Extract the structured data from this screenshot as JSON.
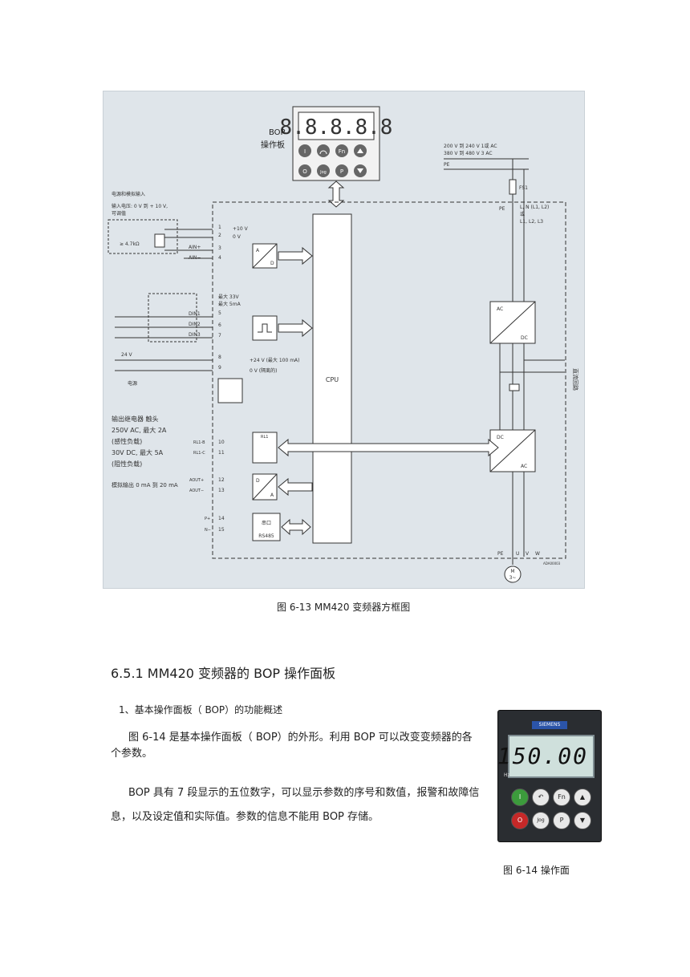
{
  "diagram": {
    "bop_label_1": "BOP",
    "bop_label_2": "操作板",
    "display": "8.8.8.8.8",
    "bop_keys": [
      "I",
      "Fn",
      "O",
      "Jog",
      "P"
    ],
    "supply_1": "200 V 到 240 V 1或 AC",
    "supply_2": "380 V 到 480 V 3 AC",
    "pe": "PE",
    "fs1": "FS1",
    "mains": "L, N (L1, L2)",
    "mains_or": "或",
    "mains_3": "L1, L2, L3",
    "analog_title": "电源和模拟输入",
    "analog_range_1": "输入电压: 0 V 到 + 10 V,",
    "analog_range_2": "可调值",
    "pot": "≥ 4.7kΩ",
    "ain_plus": "AIN+",
    "ain_minus": "AIN−",
    "plus10v": "+10 V",
    "zerov": "0 V",
    "adc_a": "A",
    "adc_d": "D",
    "terminals": [
      "1",
      "2",
      "3",
      "4",
      "5",
      "6",
      "7",
      "8",
      "9",
      "10",
      "11",
      "12",
      "13",
      "14",
      "15"
    ],
    "din_max_1": "最大 33V",
    "din_max_2": "最大 5mA",
    "din1": "DIN1",
    "din2": "DIN2",
    "din3": "DIN3",
    "supply_24v": "24 V",
    "power_label": "电源",
    "out24": "+24 V (最大 100 mA)",
    "out0v": "0 V (隔离的)",
    "cpu": "CPU",
    "ac": "AC",
    "dc": "DC",
    "dc_link": "直流回路",
    "relay_title_1": "输出继电器 触头",
    "relay_title_2": "250V AC, 最大 2A",
    "relay_title_3": "(感性负载)",
    "relay_title_4": "30V DC, 最大 5A",
    "relay_title_5": "(阻性负载)",
    "rl1": "RL1",
    "rl1b": "RL1-B",
    "rl1c": "RL1-C",
    "analog_out": "模拟输出 0 mA 到 20 mA",
    "aout_plus": "AOUT+",
    "aout_minus": "AOUT−",
    "pplus": "P+",
    "nminus": "N−",
    "serial_1": "串口",
    "serial_2": "RS485",
    "uvw_u": "U",
    "uvw_v": "V",
    "uvw_w": "W",
    "motor_m": "M",
    "motor_3": "3~",
    "code": "ADA00003"
  },
  "caption1": "图 6-13 MM420 变频器方框图",
  "section_title": "6.5.1 MM420 变频器的 BOP 操作面板",
  "sub_title": "1、基本操作面板（ BOP）的功能概述",
  "para1": "图 6-14 是基本操作面板（ BOP）的外形。利用 BOP 可以改变变频器的各个参数。",
  "para2": "BOP 具有 7 段显示的五位数字，可以显示参数的序号和数值，报警和故障信息，以及设定值和实际值。参数的信息不能用 BOP 存储。",
  "bop_photo": {
    "brand": "SIEMENS",
    "display": "150.00",
    "unit": "Hz",
    "keys": [
      "I",
      "Fn",
      "O",
      "Jog",
      "P"
    ]
  },
  "caption2": "图 6-14 操作面"
}
